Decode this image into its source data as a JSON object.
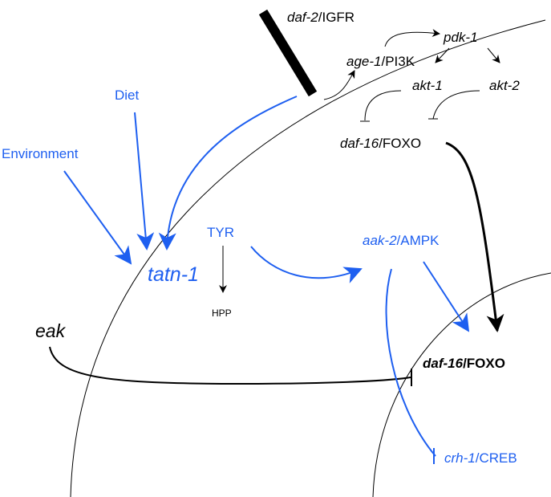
{
  "colors": {
    "black": "#000000",
    "blue": "#1e5ff0",
    "background": "#ffffff"
  },
  "labels": {
    "daf2_gene": "daf-2",
    "daf2_protein": "/IGFR",
    "pdk1": "pdk-1",
    "age1_gene": "age-1",
    "age1_protein": "/PI3K",
    "akt1": "akt-1",
    "akt2": "akt-2",
    "daf16_gene": "daf-16",
    "daf16_protein": "/FOXO",
    "diet": "Diet",
    "environment": "Environment",
    "tyr": "TYR",
    "aak2_gene": "aak-2",
    "aak2_protein": "/AMPK",
    "tatn1": "tatn-1",
    "hpp": "HPP",
    "eak": "eak",
    "daf16_nuc_gene": "daf-16",
    "daf16_nuc_protein": "/FOXO",
    "crh1_gene": "crh-1",
    "crh1_protein": "/CREB"
  }
}
